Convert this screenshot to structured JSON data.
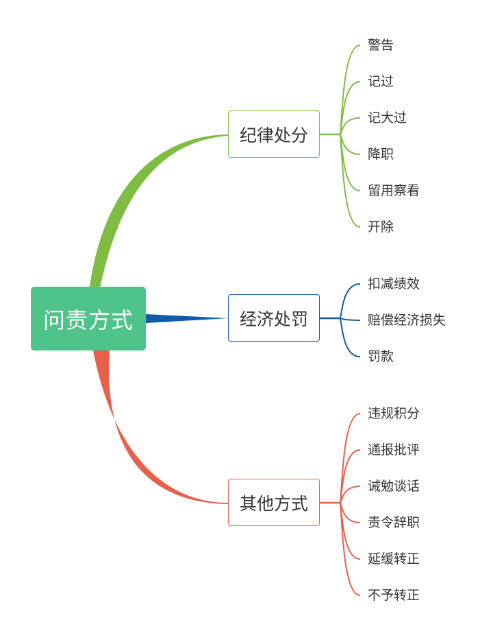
{
  "root": {
    "label": "问责方式",
    "color": "#4fc48a"
  },
  "branches": [
    {
      "label": "纪律处分",
      "color": "#7fbd42",
      "items": [
        "警告",
        "记过",
        "记大过",
        "降职",
        "留用察看",
        "开除"
      ]
    },
    {
      "label": "经济处罚",
      "color": "#0f5ba7",
      "items": [
        "扣减绩效",
        "赔偿经济损失",
        "罚款"
      ]
    },
    {
      "label": "其他方式",
      "color": "#e8604c",
      "items": [
        "违规积分",
        "通报批评",
        "诫勉谈话",
        "责令辞职",
        "延缓转正",
        "不予转正"
      ]
    }
  ]
}
